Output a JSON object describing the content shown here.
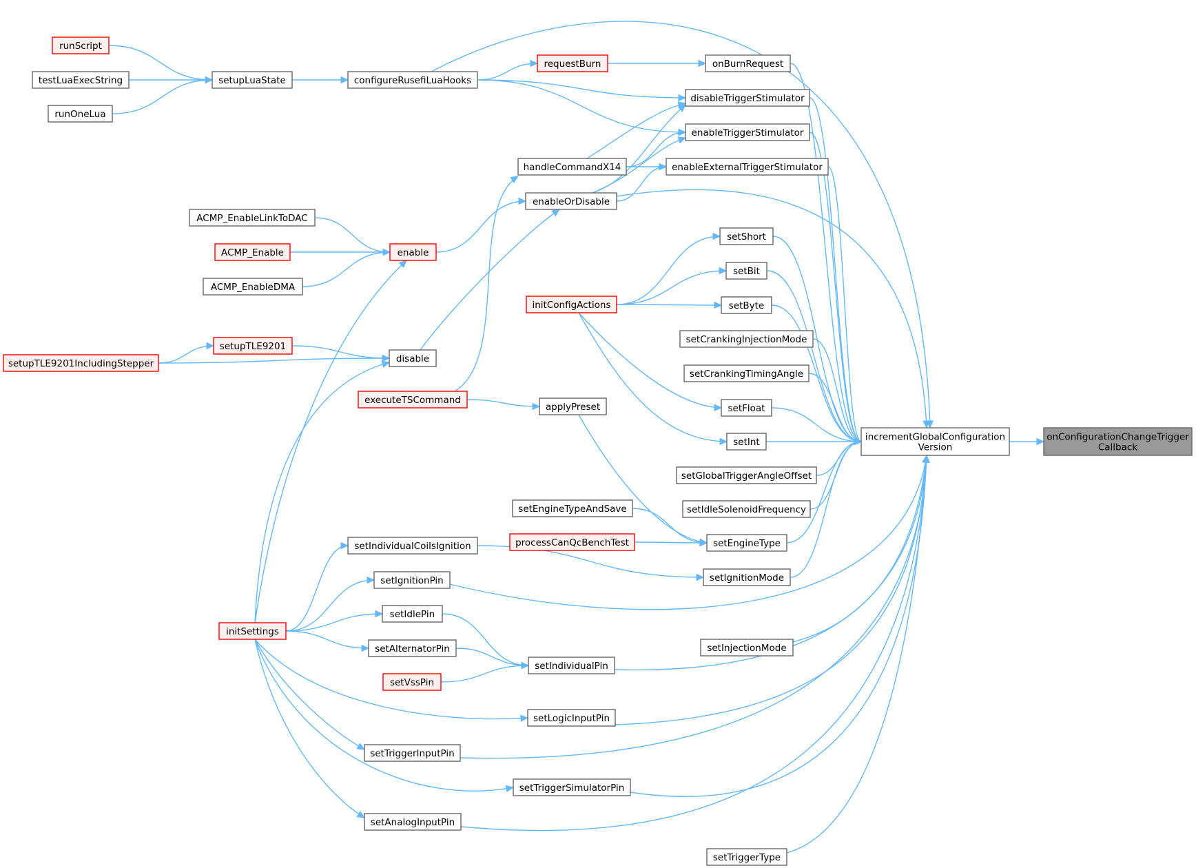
{
  "graph": {
    "root": "onConfigurationChangeTriggerCallback",
    "nodes": [
      {
        "id": "onConfigurationChangeTriggerCallback",
        "lines": [
          "onConfigurationChangeTrigger",
          "Callback"
        ],
        "style": "root"
      },
      {
        "id": "incrementGlobalConfigurationVersion",
        "lines": [
          "incrementGlobalConfiguration",
          "Version"
        ],
        "style": "normal"
      },
      {
        "id": "onBurnRequest",
        "lines": [
          "onBurnRequest"
        ],
        "style": "normal"
      },
      {
        "id": "disableTriggerStimulator",
        "lines": [
          "disableTriggerStimulator"
        ],
        "style": "normal"
      },
      {
        "id": "enableTriggerStimulator",
        "lines": [
          "enableTriggerStimulator"
        ],
        "style": "normal"
      },
      {
        "id": "enableExternalTriggerStimulator",
        "lines": [
          "enableExternalTriggerStimulator"
        ],
        "style": "normal"
      },
      {
        "id": "enableOrDisable",
        "lines": [
          "enableOrDisable"
        ],
        "style": "normal"
      },
      {
        "id": "setShort",
        "lines": [
          "setShort"
        ],
        "style": "normal"
      },
      {
        "id": "setBit",
        "lines": [
          "setBit"
        ],
        "style": "normal"
      },
      {
        "id": "setByte",
        "lines": [
          "setByte"
        ],
        "style": "normal"
      },
      {
        "id": "setCrankingInjectionMode",
        "lines": [
          "setCrankingInjectionMode"
        ],
        "style": "normal"
      },
      {
        "id": "setCrankingTimingAngle",
        "lines": [
          "setCrankingTimingAngle"
        ],
        "style": "normal"
      },
      {
        "id": "setFloat",
        "lines": [
          "setFloat"
        ],
        "style": "normal"
      },
      {
        "id": "setInt",
        "lines": [
          "setInt"
        ],
        "style": "normal"
      },
      {
        "id": "setGlobalTriggerAngleOffset",
        "lines": [
          "setGlobalTriggerAngleOffset"
        ],
        "style": "normal"
      },
      {
        "id": "setIdleSolenoidFrequency",
        "lines": [
          "setIdleSolenoidFrequency"
        ],
        "style": "normal"
      },
      {
        "id": "setEngineType",
        "lines": [
          "setEngineType"
        ],
        "style": "normal"
      },
      {
        "id": "setIgnitionMode",
        "lines": [
          "setIgnitionMode"
        ],
        "style": "normal"
      },
      {
        "id": "setIgnitionPin",
        "lines": [
          "setIgnitionPin"
        ],
        "style": "normal"
      },
      {
        "id": "setInjectionMode",
        "lines": [
          "setInjectionMode"
        ],
        "style": "normal"
      },
      {
        "id": "setIndividualPin",
        "lines": [
          "setIndividualPin"
        ],
        "style": "normal"
      },
      {
        "id": "setLogicInputPin",
        "lines": [
          "setLogicInputPin"
        ],
        "style": "normal"
      },
      {
        "id": "setTriggerInputPin",
        "lines": [
          "setTriggerInputPin"
        ],
        "style": "normal"
      },
      {
        "id": "setTriggerSimulatorPin",
        "lines": [
          "setTriggerSimulatorPin"
        ],
        "style": "normal"
      },
      {
        "id": "setAnalogInputPin",
        "lines": [
          "setAnalogInputPin"
        ],
        "style": "normal"
      },
      {
        "id": "setTriggerType",
        "lines": [
          "setTriggerType"
        ],
        "style": "normal"
      },
      {
        "id": "configureRusefiLuaHooks",
        "lines": [
          "configureRusefiLuaHooks"
        ],
        "style": "normal"
      },
      {
        "id": "requestBurn",
        "lines": [
          "requestBurn"
        ],
        "style": "red"
      },
      {
        "id": "handleCommandX14",
        "lines": [
          "handleCommandX14"
        ],
        "style": "normal"
      },
      {
        "id": "initConfigActions",
        "lines": [
          "initConfigActions"
        ],
        "style": "red"
      },
      {
        "id": "applyPreset",
        "lines": [
          "applyPreset"
        ],
        "style": "normal"
      },
      {
        "id": "setEngineTypeAndSave",
        "lines": [
          "setEngineTypeAndSave"
        ],
        "style": "normal"
      },
      {
        "id": "processCanQcBenchTest",
        "lines": [
          "processCanQcBenchTest"
        ],
        "style": "red"
      },
      {
        "id": "setIndividualCoilsIgnition",
        "lines": [
          "setIndividualCoilsIgnition"
        ],
        "style": "normal"
      },
      {
        "id": "setIdlePin",
        "lines": [
          "setIdlePin"
        ],
        "style": "normal"
      },
      {
        "id": "setAlternatorPin",
        "lines": [
          "setAlternatorPin"
        ],
        "style": "normal"
      },
      {
        "id": "setVssPin",
        "lines": [
          "setVssPin"
        ],
        "style": "red"
      },
      {
        "id": "setupLuaState",
        "lines": [
          "setupLuaState"
        ],
        "style": "normal"
      },
      {
        "id": "runScript",
        "lines": [
          "runScript"
        ],
        "style": "red"
      },
      {
        "id": "testLuaExecString",
        "lines": [
          "testLuaExecString"
        ],
        "style": "normal"
      },
      {
        "id": "runOneLua",
        "lines": [
          "runOneLua"
        ],
        "style": "normal"
      },
      {
        "id": "enable",
        "lines": [
          "enable"
        ],
        "style": "red"
      },
      {
        "id": "disable",
        "lines": [
          "disable"
        ],
        "style": "normal"
      },
      {
        "id": "executeTSCommand",
        "lines": [
          "executeTSCommand"
        ],
        "style": "red"
      },
      {
        "id": "ACMP_EnableLinkToDAC",
        "lines": [
          "ACMP_EnableLinkToDAC"
        ],
        "style": "normal"
      },
      {
        "id": "ACMP_Enable",
        "lines": [
          "ACMP_Enable"
        ],
        "style": "red"
      },
      {
        "id": "ACMP_EnableDMA",
        "lines": [
          "ACMP_EnableDMA"
        ],
        "style": "normal"
      },
      {
        "id": "setupTLE9201",
        "lines": [
          "setupTLE9201"
        ],
        "style": "red"
      },
      {
        "id": "setupTLE9201IncludingStepper",
        "lines": [
          "setupTLE9201IncludingStepper"
        ],
        "style": "red"
      },
      {
        "id": "initSettings",
        "lines": [
          "initSettings"
        ],
        "style": "red"
      }
    ],
    "edges": [
      {
        "caller": "incrementGlobalConfigurationVersion",
        "callee": "onConfigurationChangeTriggerCallback"
      },
      {
        "caller": "configureRusefiLuaHooks",
        "callee": "incrementGlobalConfigurationVersion"
      },
      {
        "caller": "onBurnRequest",
        "callee": "incrementGlobalConfigurationVersion"
      },
      {
        "caller": "disableTriggerStimulator",
        "callee": "incrementGlobalConfigurationVersion"
      },
      {
        "caller": "enableTriggerStimulator",
        "callee": "incrementGlobalConfigurationVersion"
      },
      {
        "caller": "enableExternalTriggerStimulator",
        "callee": "incrementGlobalConfigurationVersion"
      },
      {
        "caller": "enableOrDisable",
        "callee": "incrementGlobalConfigurationVersion"
      },
      {
        "caller": "setShort",
        "callee": "incrementGlobalConfigurationVersion"
      },
      {
        "caller": "setBit",
        "callee": "incrementGlobalConfigurationVersion"
      },
      {
        "caller": "setByte",
        "callee": "incrementGlobalConfigurationVersion"
      },
      {
        "caller": "setCrankingInjectionMode",
        "callee": "incrementGlobalConfigurationVersion"
      },
      {
        "caller": "setCrankingTimingAngle",
        "callee": "incrementGlobalConfigurationVersion"
      },
      {
        "caller": "setFloat",
        "callee": "incrementGlobalConfigurationVersion"
      },
      {
        "caller": "setInt",
        "callee": "incrementGlobalConfigurationVersion"
      },
      {
        "caller": "setGlobalTriggerAngleOffset",
        "callee": "incrementGlobalConfigurationVersion"
      },
      {
        "caller": "setIdleSolenoidFrequency",
        "callee": "incrementGlobalConfigurationVersion"
      },
      {
        "caller": "setEngineType",
        "callee": "incrementGlobalConfigurationVersion"
      },
      {
        "caller": "setIgnitionMode",
        "callee": "incrementGlobalConfigurationVersion"
      },
      {
        "caller": "setIgnitionPin",
        "callee": "incrementGlobalConfigurationVersion"
      },
      {
        "caller": "setInjectionMode",
        "callee": "incrementGlobalConfigurationVersion"
      },
      {
        "caller": "setIndividualPin",
        "callee": "incrementGlobalConfigurationVersion"
      },
      {
        "caller": "setLogicInputPin",
        "callee": "incrementGlobalConfigurationVersion"
      },
      {
        "caller": "setTriggerInputPin",
        "callee": "incrementGlobalConfigurationVersion"
      },
      {
        "caller": "setTriggerSimulatorPin",
        "callee": "incrementGlobalConfigurationVersion"
      },
      {
        "caller": "setAnalogInputPin",
        "callee": "incrementGlobalConfigurationVersion"
      },
      {
        "caller": "setTriggerType",
        "callee": "incrementGlobalConfigurationVersion"
      },
      {
        "caller": "requestBurn",
        "callee": "onBurnRequest"
      },
      {
        "caller": "configureRusefiLuaHooks",
        "callee": "requestBurn"
      },
      {
        "caller": "configureRusefiLuaHooks",
        "callee": "disableTriggerStimulator"
      },
      {
        "caller": "configureRusefiLuaHooks",
        "callee": "enableTriggerStimulator"
      },
      {
        "caller": "handleCommandX14",
        "callee": "disableTriggerStimulator"
      },
      {
        "caller": "handleCommandX14",
        "callee": "enableTriggerStimulator"
      },
      {
        "caller": "handleCommandX14",
        "callee": "enableExternalTriggerStimulator"
      },
      {
        "caller": "enableOrDisable",
        "callee": "disableTriggerStimulator"
      },
      {
        "caller": "enableOrDisable",
        "callee": "enableTriggerStimulator"
      },
      {
        "caller": "enableOrDisable",
        "callee": "enableExternalTriggerStimulator"
      },
      {
        "caller": "initConfigActions",
        "callee": "setShort"
      },
      {
        "caller": "initConfigActions",
        "callee": "setBit"
      },
      {
        "caller": "initConfigActions",
        "callee": "setByte"
      },
      {
        "caller": "initConfigActions",
        "callee": "setFloat"
      },
      {
        "caller": "initConfigActions",
        "callee": "setInt"
      },
      {
        "caller": "applyPreset",
        "callee": "setEngineType"
      },
      {
        "caller": "setEngineTypeAndSave",
        "callee": "setEngineType"
      },
      {
        "caller": "processCanQcBenchTest",
        "callee": "setEngineType"
      },
      {
        "caller": "setIndividualCoilsIgnition",
        "callee": "setIgnitionMode"
      },
      {
        "caller": "setIdlePin",
        "callee": "setIndividualPin"
      },
      {
        "caller": "setAlternatorPin",
        "callee": "setIndividualPin"
      },
      {
        "caller": "setVssPin",
        "callee": "setIndividualPin"
      },
      {
        "caller": "setupLuaState",
        "callee": "configureRusefiLuaHooks"
      },
      {
        "caller": "runScript",
        "callee": "setupLuaState"
      },
      {
        "caller": "testLuaExecString",
        "callee": "setupLuaState"
      },
      {
        "caller": "runOneLua",
        "callee": "setupLuaState"
      },
      {
        "caller": "executeTSCommand",
        "callee": "handleCommandX14"
      },
      {
        "caller": "executeTSCommand",
        "callee": "applyPreset"
      },
      {
        "caller": "enable",
        "callee": "enableOrDisable"
      },
      {
        "caller": "disable",
        "callee": "enableOrDisable"
      },
      {
        "caller": "ACMP_EnableLinkToDAC",
        "callee": "enable"
      },
      {
        "caller": "ACMP_Enable",
        "callee": "enable"
      },
      {
        "caller": "ACMP_EnableDMA",
        "callee": "enable"
      },
      {
        "caller": "setupTLE9201",
        "callee": "disable"
      },
      {
        "caller": "setupTLE9201IncludingStepper",
        "callee": "disable"
      },
      {
        "caller": "setupTLE9201IncludingStepper",
        "callee": "setupTLE9201"
      },
      {
        "caller": "initSettings",
        "callee": "enable"
      },
      {
        "caller": "initSettings",
        "callee": "disable"
      },
      {
        "caller": "initSettings",
        "callee": "setIndividualCoilsIgnition"
      },
      {
        "caller": "initSettings",
        "callee": "setIgnitionPin"
      },
      {
        "caller": "initSettings",
        "callee": "setIdlePin"
      },
      {
        "caller": "initSettings",
        "callee": "setAlternatorPin"
      },
      {
        "caller": "initSettings",
        "callee": "setLogicInputPin"
      },
      {
        "caller": "initSettings",
        "callee": "setTriggerInputPin"
      },
      {
        "caller": "initSettings",
        "callee": "setTriggerSimulatorPin"
      },
      {
        "caller": "initSettings",
        "callee": "setAnalogInputPin"
      }
    ],
    "colors": {
      "edge": "#63b8ff",
      "node_border": "#666666",
      "node_fill": "#ffffff",
      "highlight_border": "#ff0000",
      "highlight_fill": "#fff0f0",
      "root_fill": "#999999"
    }
  }
}
